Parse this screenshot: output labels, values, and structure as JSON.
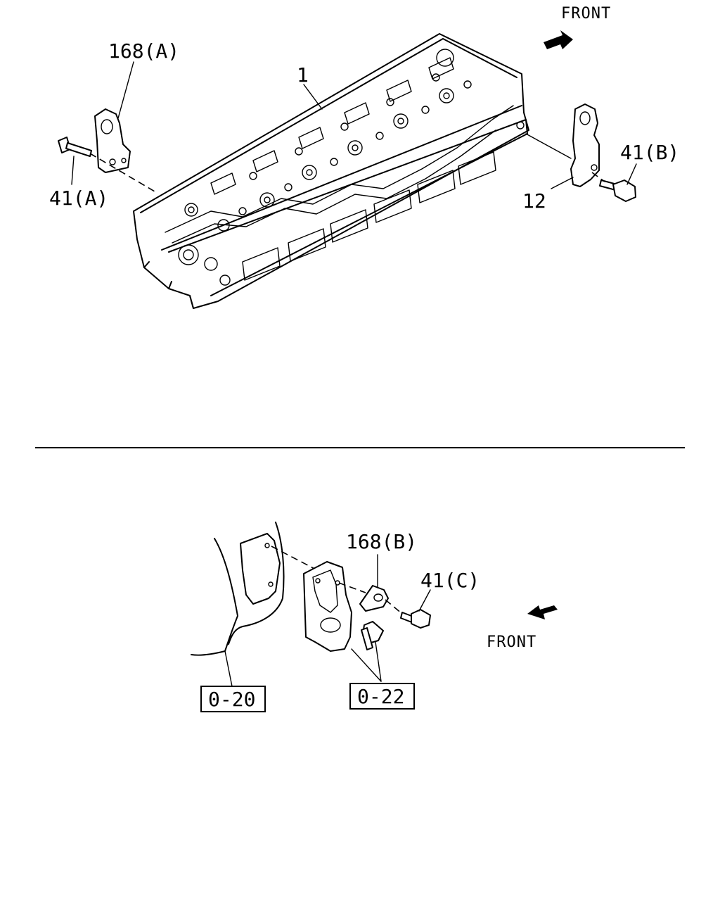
{
  "top_diagram": {
    "front_label": "FRONT",
    "callouts": {
      "cylinder_head": "1",
      "bracket_a": "168(A)",
      "bolt_a": "41(A)",
      "bracket_b_side": "12",
      "bolt_b": "41(B)"
    }
  },
  "bottom_diagram": {
    "front_label": "FRONT",
    "callouts": {
      "bracket_b": "168(B)",
      "bolt_c": "41(C)"
    },
    "references": {
      "ref_housing": "0-20",
      "ref_mount": "0-22"
    }
  }
}
